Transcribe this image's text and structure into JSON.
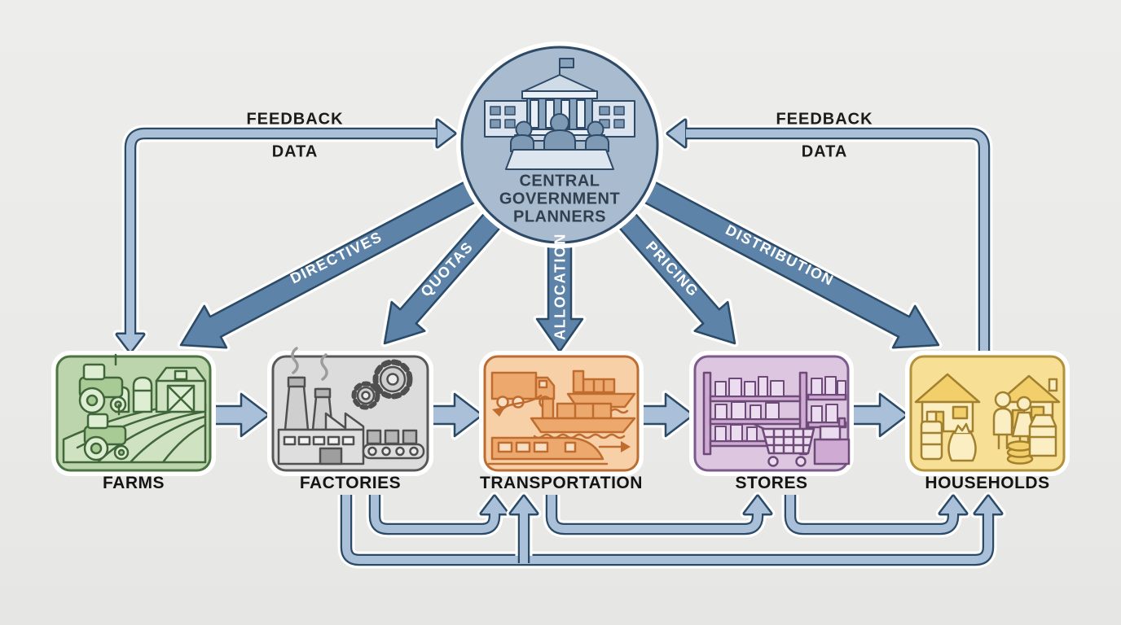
{
  "background": "#ebebe9",
  "center": {
    "icon": "government-planners-icon",
    "lines": [
      "CENTRAL",
      "GOVERNMENT",
      "PLANNERS"
    ]
  },
  "feedback": {
    "left": {
      "label_top": "FEEDBACK",
      "label_bottom": "DATA",
      "from": "FARMS",
      "to": "CENTRAL GOVERNMENT PLANNERS"
    },
    "right": {
      "label_top": "FEEDBACK",
      "label_bottom": "DATA",
      "from": "HOUSEHOLDS",
      "to": "CENTRAL GOVERNMENT PLANNERS"
    }
  },
  "directives": [
    {
      "label": "DIRECTIVES",
      "to": "FARMS"
    },
    {
      "label": "QUOTAS",
      "to": "FACTORIES"
    },
    {
      "label": "ALLOCATION",
      "to": "TRANSPORTATION"
    },
    {
      "label": "PRICING",
      "to": "STORES"
    },
    {
      "label": "DISTRIBUTION",
      "to": "HOUSEHOLDS"
    }
  ],
  "nodes": [
    {
      "label": "FARMS",
      "icon": "farm-icon",
      "fill": "#bcd5ad",
      "border": "#4c7342"
    },
    {
      "label": "FACTORIES",
      "icon": "factory-icon",
      "fill": "#dcdcdc",
      "border": "#585858"
    },
    {
      "label": "TRANSPORTATION",
      "icon": "transportation-icon",
      "fill": "#f8d0a8",
      "border": "#bb6d33"
    },
    {
      "label": "STORES",
      "icon": "store-icon",
      "fill": "#ddc6e0",
      "border": "#7c5b8b"
    },
    {
      "label": "HOUSEHOLDS",
      "icon": "household-icon",
      "fill": "#f7e096",
      "border": "#b29138"
    }
  ],
  "supply_chain_arrows": [
    {
      "from": "FARMS",
      "to": "FACTORIES"
    },
    {
      "from": "FACTORIES",
      "to": "TRANSPORTATION"
    },
    {
      "from": "TRANSPORTATION",
      "to": "STORES"
    },
    {
      "from": "STORES",
      "to": "HOUSEHOLDS"
    }
  ],
  "bottom_feedback_arrows": [
    {
      "from": "FACTORIES",
      "to": "TRANSPORTATION",
      "depth": "shallow"
    },
    {
      "from": "TRANSPORTATION",
      "to": "STORES",
      "depth": "shallow"
    },
    {
      "from": "STORES",
      "to": "HOUSEHOLDS",
      "depth": "shallow"
    },
    {
      "from": "FACTORIES",
      "to": "TRANSPORTATION & HOUSEHOLDS",
      "depth": "deep"
    }
  ],
  "colors": {
    "arrow_dark": "#5d83a8",
    "arrow_light": "#a9c0d8",
    "arrow_outline": "#2b4a66",
    "circle_fill": "#a9bccf",
    "circle_border": "#2e4a66",
    "label_dark": "#1b1b1b",
    "label_on_arrow": "#ffffff"
  }
}
